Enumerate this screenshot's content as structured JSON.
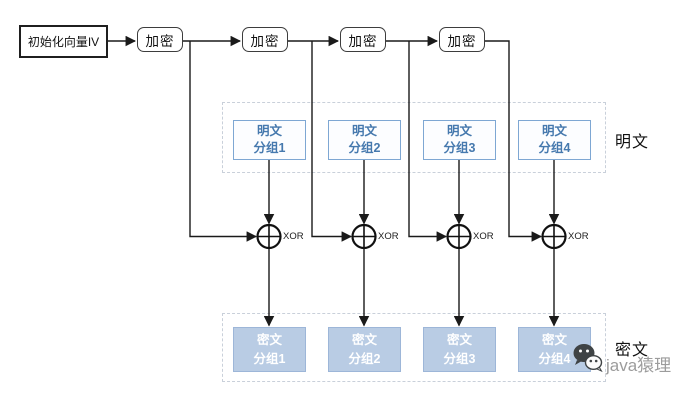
{
  "iv": {
    "label": "初始化向量IV"
  },
  "encrypt_boxes": [
    "加密",
    "加密",
    "加密",
    "加密"
  ],
  "xor_label": "XOR",
  "plaintext_blocks": [
    {
      "line1": "明文",
      "line2": "分组1"
    },
    {
      "line1": "明文",
      "line2": "分组2"
    },
    {
      "line1": "明文",
      "line2": "分组3"
    },
    {
      "line1": "明文",
      "line2": "分组4"
    }
  ],
  "ciphertext_blocks": [
    {
      "line1": "密文",
      "line2": "分组1"
    },
    {
      "line1": "密文",
      "line2": "分组2"
    },
    {
      "line1": "密文",
      "line2": "分组3"
    },
    {
      "line1": "密文",
      "line2": "分组4"
    }
  ],
  "labels": {
    "plaintext_section": "明文",
    "ciphertext_section": "密文"
  },
  "watermark": {
    "text": "java猿理",
    "icon": "wechat-icon"
  },
  "colors": {
    "line": "#1a1a1a",
    "plaintext_box_border": "#7ea7d3",
    "plaintext_box_text": "#4679ae",
    "ciphertext_box_fill": "#b9cce4",
    "ciphertext_box_border": "#9db6d8",
    "dashed_container": "#c9d0da"
  }
}
